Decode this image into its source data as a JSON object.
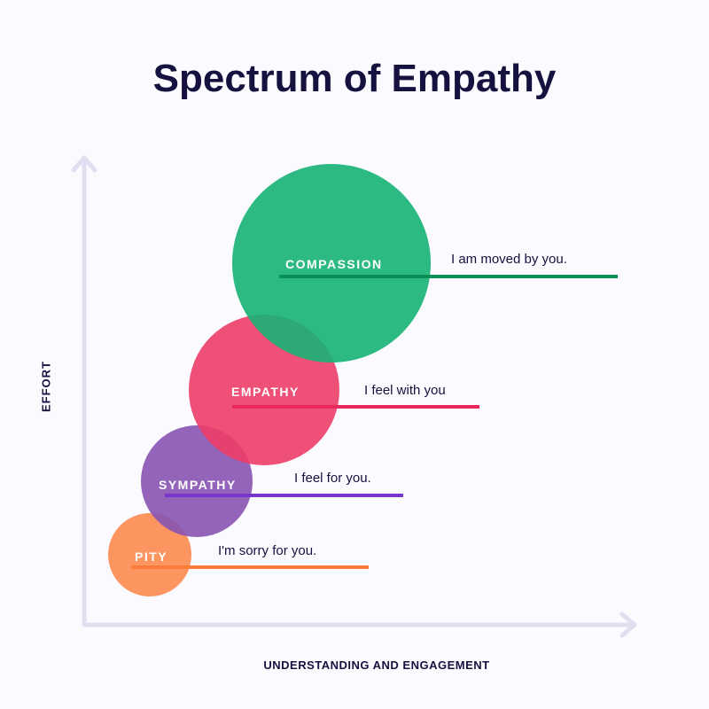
{
  "title": "Spectrum of Empathy",
  "axes": {
    "x_label": "UNDERSTANDING AND ENGAGEMENT",
    "y_label": "EFFORT",
    "color": "#dfdff0"
  },
  "items": [
    {
      "label": "PITY",
      "phrase": "I'm sorry for you.",
      "circle_color": "#fd8a50",
      "line_color": "#f97d3a"
    },
    {
      "label": "SYMPATHY",
      "phrase": "I feel for you.",
      "circle_color": "#8853b3",
      "line_color": "#7a35cc"
    },
    {
      "label": "EMPATHY",
      "phrase": "I feel with you",
      "circle_color": "#ec3d68",
      "line_color": "#e8285a"
    },
    {
      "label": "COMPASSION",
      "phrase": "I am moved by you.",
      "circle_color": "#16b374",
      "line_color": "#0a8f55"
    }
  ]
}
